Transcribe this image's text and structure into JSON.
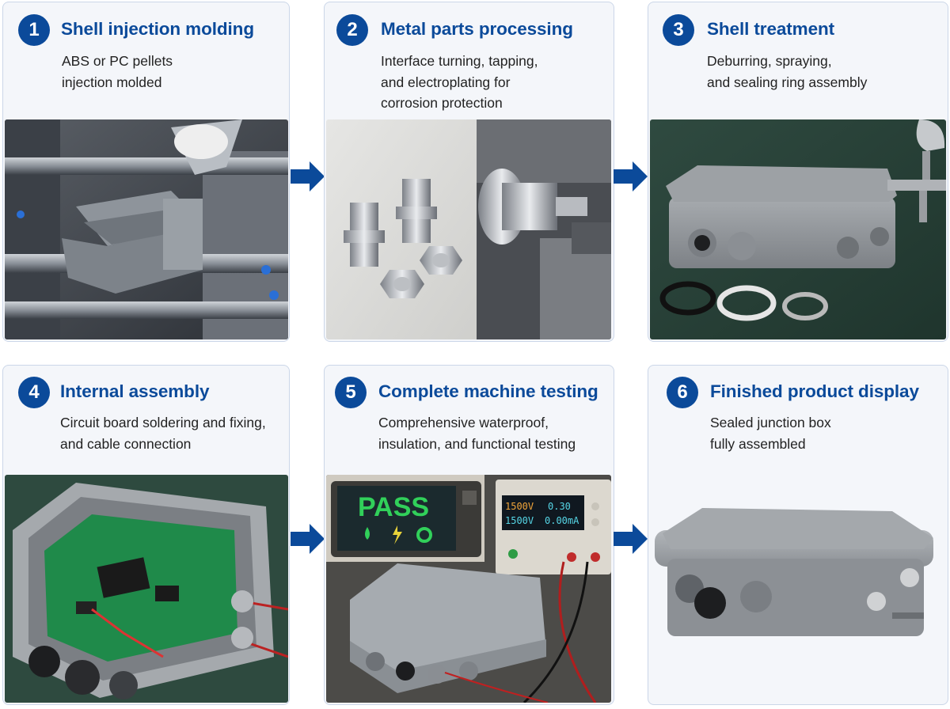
{
  "colors": {
    "accent": "#0b4a9a",
    "card_bg": "#f4f6fa",
    "card_border": "#cbd6e8",
    "pass_green": "#31d05a"
  },
  "steps": [
    {
      "number": "1",
      "title": "Shell injection molding",
      "description": "ABS or PC pellets\ninjection molded",
      "image": "injection-molding-machine-photo"
    },
    {
      "number": "2",
      "title": "Metal parts processing",
      "description": "Interface turning, tapping,\nand electroplating for\ncorrosion protection",
      "image": "metal-fittings-and-lathe-photo"
    },
    {
      "number": "3",
      "title": "Shell treatment",
      "description": "Deburring, spraying,\nand sealing ring assembly",
      "image": "spray-painting-enclosure-photo"
    },
    {
      "number": "4",
      "title": "Internal assembly",
      "description": "Circuit board soldering and fixing,\nand cable connection",
      "image": "circuit-board-in-enclosure-photo"
    },
    {
      "number": "5",
      "title": "Complete machine testing",
      "description": "Comprehensive waterproof,\ninsulation, and functional testing",
      "image": "test-bench-photo",
      "screen": {
        "pass_text": "PASS",
        "voltage_1": "1500V",
        "current_1": "0.30",
        "voltage_2": "1500V",
        "current_2": "0.00mA"
      }
    },
    {
      "number": "6",
      "title": "Finished product display",
      "description": "Sealed junction box\nfully assembled",
      "image": "finished-junction-box-photo"
    }
  ],
  "arrows": [
    "arrow-right-icon",
    "arrow-right-icon",
    "arrow-right-icon",
    "arrow-right-icon"
  ]
}
